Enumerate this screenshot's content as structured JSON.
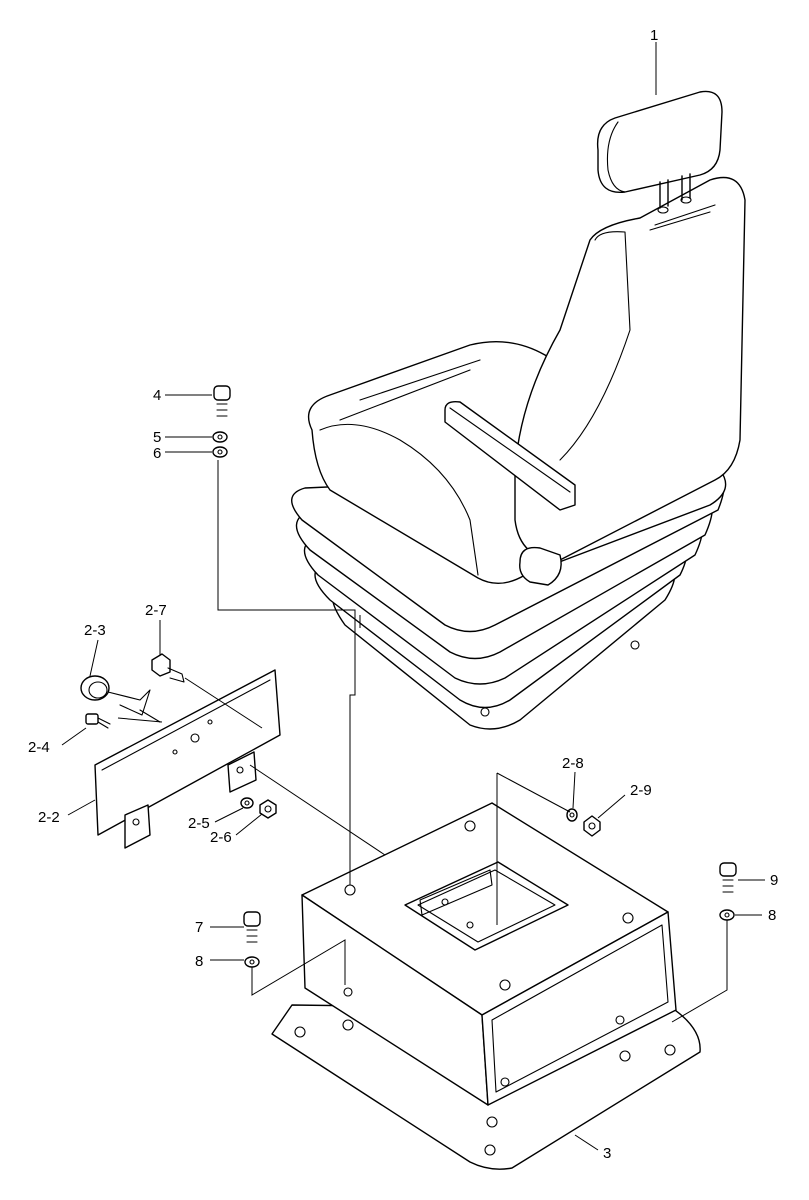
{
  "callouts": {
    "c1": "1",
    "c2_2": "2-2",
    "c2_3": "2-3",
    "c2_4": "2-4",
    "c2_5": "2-5",
    "c2_6": "2-6",
    "c2_7": "2-7",
    "c2_8": "2-8",
    "c2_9": "2-9",
    "c3": "3",
    "c4": "4",
    "c5": "5",
    "c6": "6",
    "c7": "7",
    "c8_left": "8",
    "c8_right": "8",
    "c9": "9"
  }
}
